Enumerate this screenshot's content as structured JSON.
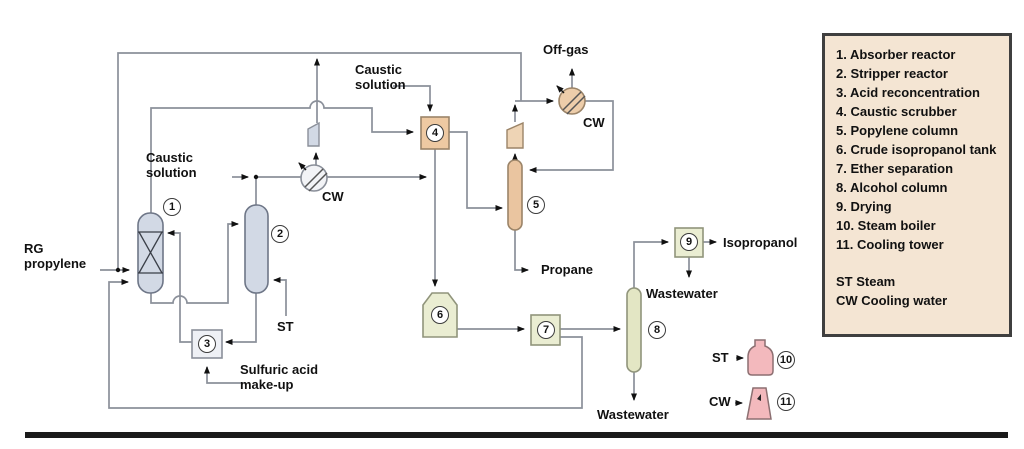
{
  "diagram": {
    "title_hint": "Isopropanol production process flow diagram",
    "stream_labels": {
      "rg_feed": "RG propylene",
      "caustic_left": "Caustic solution",
      "caustic_top": "Caustic solution",
      "off_gas": "Off-gas",
      "cw_condenser": "CW",
      "cw_exchanger": "CW",
      "steam_to_stripper": "ST",
      "sulfuric_makeup": "Sulfuric acid make-up",
      "propane": "Propane",
      "isopropanol": "Isopropanol",
      "wastewater_dryer": "Wastewater",
      "wastewater_column": "Wastewater",
      "steam_boiler_tag": "ST",
      "cooling_tower_tag": "CW"
    },
    "unit_numbers": [
      "1",
      "2",
      "3",
      "4",
      "5",
      "6",
      "7",
      "8",
      "9",
      "10",
      "11"
    ]
  },
  "legend": {
    "items": [
      "1. Absorber reactor",
      "2. Stripper reactor",
      "3. Acid reconcentration",
      "4. Caustic scrubber",
      "5. Popylene column",
      "6. Crude isopropanol tank",
      "7. Ether separation",
      "8. Alcohol column",
      "9. Drying",
      "10. Steam boiler",
      "11. Cooling tower"
    ],
    "notes": [
      "ST Steam",
      "CW Cooling water"
    ]
  },
  "colors": {
    "legend_bg": "#f4e5d3",
    "vessel_blue": "#d2d9e5",
    "unit_peach": "#eec9a2",
    "unit_green": "#eaedd2",
    "column_green": "#e3e6c4",
    "unit_pink": "#f3b9bd",
    "line_gray": "#8b909a"
  }
}
